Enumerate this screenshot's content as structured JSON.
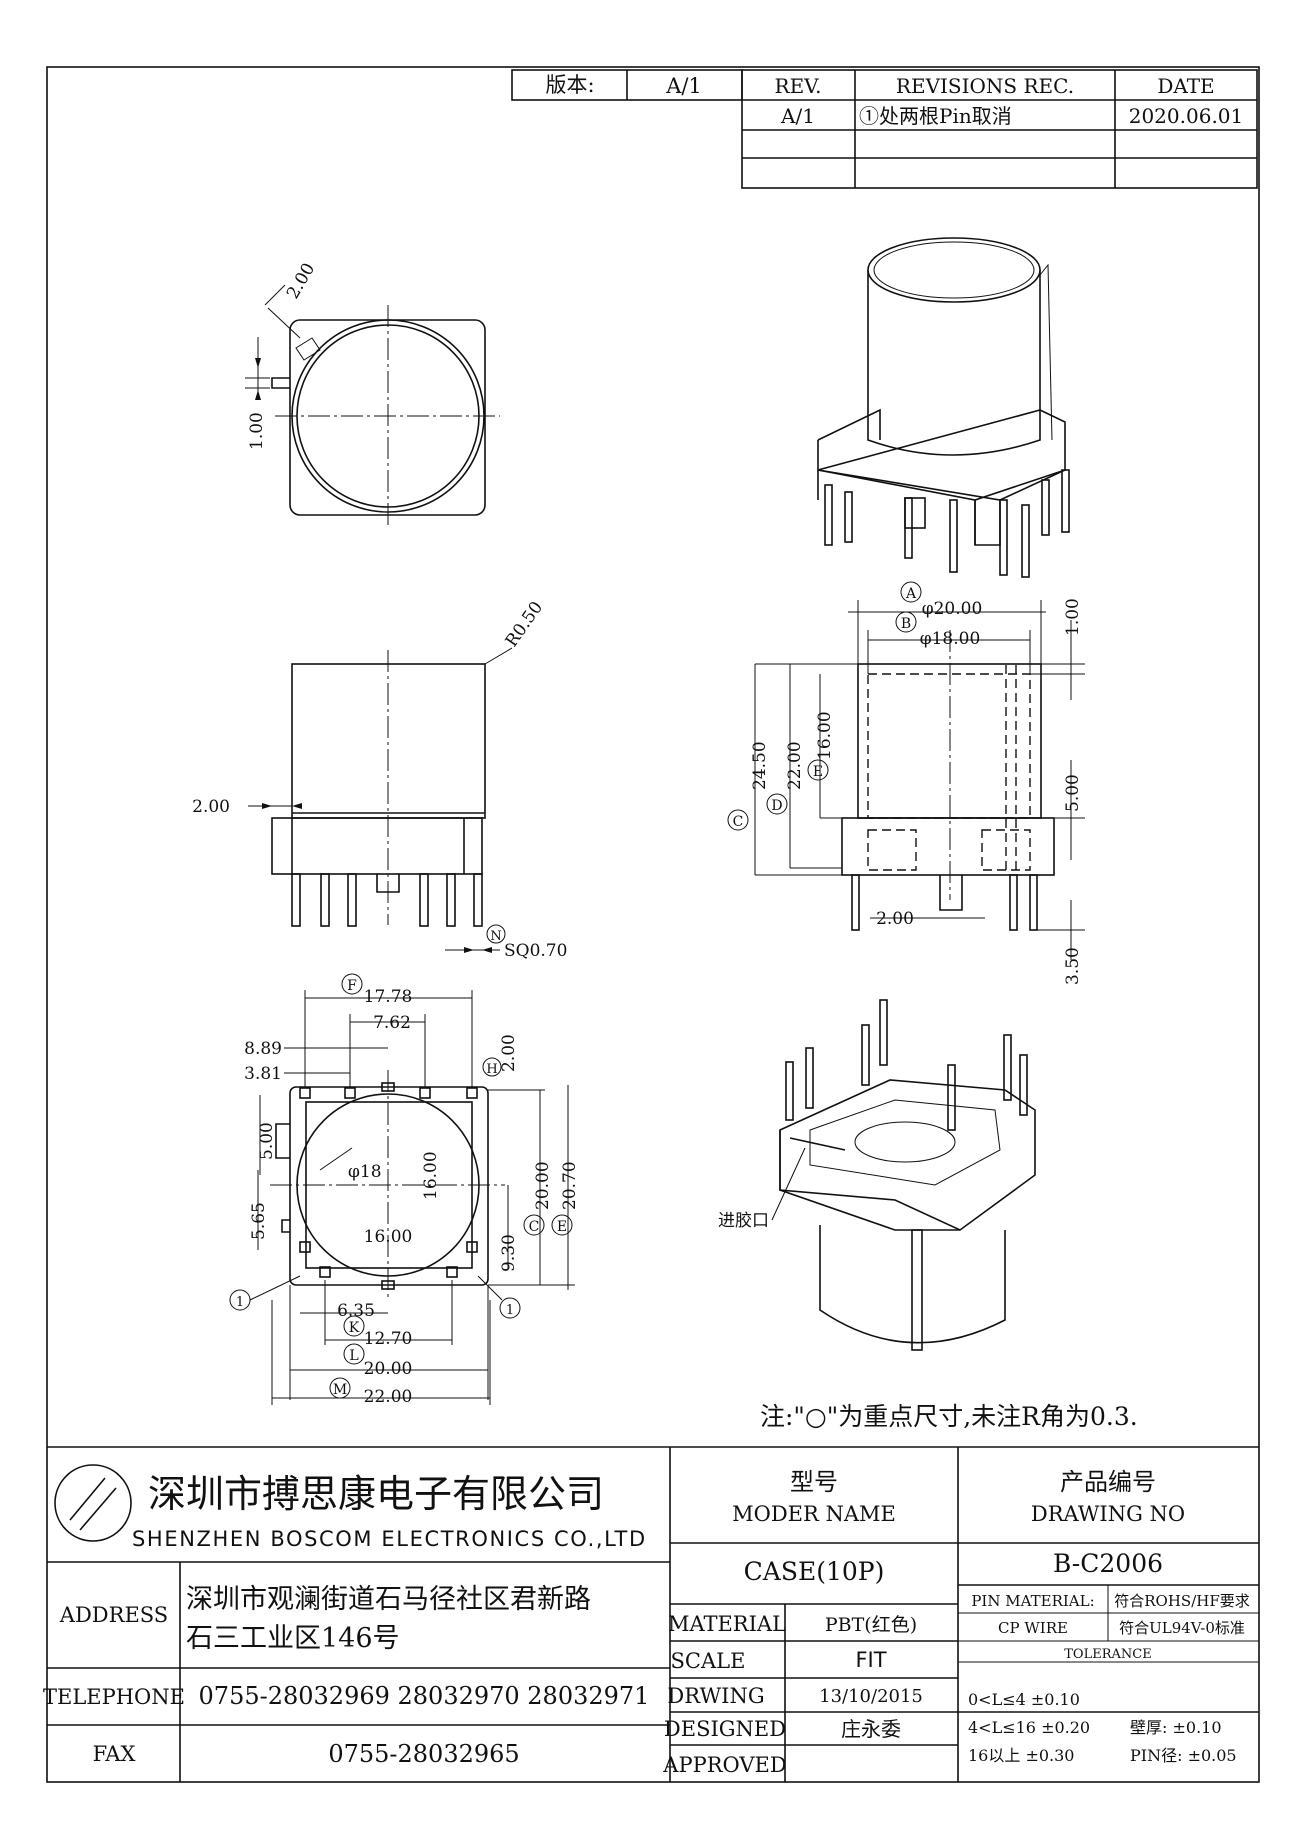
{
  "revision_table": {
    "version_label": "版本:",
    "version_value": "A/1",
    "headers": {
      "rev": "REV.",
      "records": "REVISIONS REC.",
      "date": "DATE"
    },
    "rows": [
      {
        "rev": "A/1",
        "record": "①处两根Pin取消",
        "date": "2020.06.01"
      },
      {
        "rev": "",
        "record": "",
        "date": ""
      },
      {
        "rev": "",
        "record": "",
        "date": ""
      }
    ]
  },
  "dimensions": {
    "top_slot_width": "2.00",
    "top_slot_depth": "1.00",
    "corner_radius": "R0.50",
    "front_flange_offset": "2.00",
    "pin_square": "SQ0.70",
    "dia_outer": "φ20.00",
    "dia_inner": "φ18.00",
    "top_wall": "1.00",
    "total_height": "24.50",
    "body_height": "22.00",
    "inner_height": "16.00",
    "base_height": "5.00",
    "standoff_width": "2.00",
    "pin_length": "3.50",
    "pin_span_outer": "17.78",
    "pin_span_inner": "7.62",
    "pin_offset_outer": "8.89",
    "pin_offset_inner": "3.81",
    "pin_edge_offset": "2.00",
    "slot_side": "5.00",
    "hole_dia": "φ18",
    "inner_square_v": "16.00",
    "inner_square_h": "16.00",
    "base_width": "20.00",
    "base_depth": "20.70",
    "pin_row_offset": "9.30",
    "bottom_pin_gap": "5.65",
    "bottom_pin_inner": "6.35",
    "bottom_pin_outer": "12.70",
    "overall_20": "20.00",
    "overall_22": "22.00",
    "injection_port": "进胶口"
  },
  "callouts": {
    "a": "A",
    "b": "B",
    "c": "C",
    "d": "D",
    "e": "E",
    "f": "F",
    "h": "H",
    "k": "K",
    "l": "L",
    "m": "M",
    "n": "N",
    "one": "1"
  },
  "note": "注:\"○\"为重点尺寸,未注R角为0.3.",
  "title_block": {
    "company_cn": "深圳市搏思康电子有限公司",
    "company_en": "SHENZHEN BOSCOM ELECTRONICS CO.,LTD",
    "model_label_cn": "型号",
    "model_label_en": "MODER NAME",
    "drawing_no_label_cn": "产品编号",
    "drawing_no_label_en": "DRAWING NO",
    "model_name": "CASE(10P)",
    "drawing_no": "B-C2006",
    "address_label": "ADDRESS",
    "address_line1": "深圳市观澜街道石马径社区君新路",
    "address_line2": "石三工业区146号",
    "telephone_label": "TELEPHONE",
    "telephone": "0755-28032969 28032970 28032971",
    "fax_label": "FAX",
    "fax": "0755-28032965",
    "material_label": "MATERIAL",
    "material": "PBT(红色)",
    "scale_label": "SCALE",
    "scale": "FIT",
    "drawing_label": "DRWING",
    "drawing_date": "13/10/2015",
    "designed_label": "DESIGNED",
    "designer": "庄永委",
    "approved_label": "APPROVED",
    "approved": "",
    "pin_material_label": "PIN MATERIAL:",
    "pin_material_value": "符合ROHS/HF要求",
    "cp_wire_label": "CP WIRE",
    "cp_wire_value": "符合UL94V-0标准",
    "tolerance_label": "TOLERANCE",
    "tol1": "0<L≤4 ±0.10",
    "tol2": "4<L≤16 ±0.20",
    "tol3": "16以上   ±0.30",
    "wall_label": "壁厚: ±0.10",
    "pin_dia_label": "PIN径: ±0.05"
  }
}
